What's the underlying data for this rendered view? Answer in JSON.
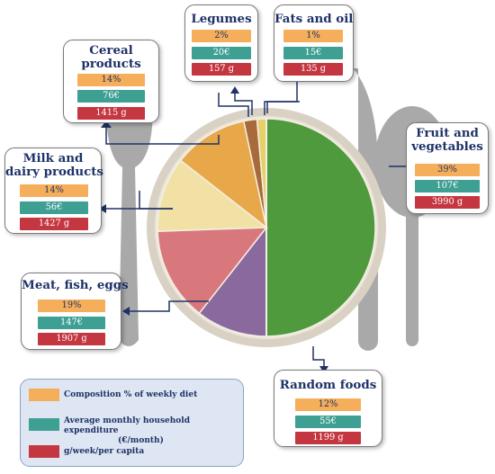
{
  "categories": [
    {
      "id": "cereal",
      "title_lines": [
        "Cereal",
        "products"
      ],
      "pct": "14%",
      "eur": "76€",
      "grams": "1415 g",
      "color": "#e8a84a"
    },
    {
      "id": "legumes",
      "title_lines": [
        "Legumes"
      ],
      "pct": "2%",
      "eur": "20€",
      "grams": "157 g",
      "color": "#a86a3a"
    },
    {
      "id": "fats",
      "title_lines": [
        "Fats and oil"
      ],
      "pct": "1%",
      "eur": "15€",
      "grams": "135 g",
      "color": "#e7cf6a"
    },
    {
      "id": "fruit",
      "title_lines": [
        "Fruit and",
        "vegetables"
      ],
      "pct": "39%",
      "eur": "107€",
      "grams": "3990 g",
      "color": "#4f9a3c"
    },
    {
      "id": "milk",
      "title_lines": [
        "Milk and",
        "dairy products"
      ],
      "pct": "14%",
      "eur": "56€",
      "grams": "1427 g",
      "color": "#f1e1a4"
    },
    {
      "id": "meat",
      "title_lines": [
        "Meat, fish, eggs"
      ],
      "pct": "19%",
      "eur": "147€",
      "grams": "1907 g",
      "color": "#d9787c"
    },
    {
      "id": "random",
      "title_lines": [
        "Random foods"
      ],
      "pct": "12%",
      "eur": "55€",
      "grams": "1199 g",
      "color": "#8a6a9e"
    }
  ],
  "legend": {
    "items": [
      {
        "kind": "pct",
        "color": "#f5ae5a",
        "lines": [
          "Composition % of weekly diet"
        ]
      },
      {
        "kind": "eur",
        "color": "#3e9f93",
        "lines": [
          "Average monthly household expenditure",
          "(€/month)"
        ]
      },
      {
        "kind": "grams",
        "color": "#c43640",
        "lines": [
          "g/week/per capita"
        ]
      }
    ]
  },
  "colors": {
    "title_text": "#1f3267",
    "arrow": "#1f3267",
    "cutlery": "#a9a9a9",
    "plate": "#d9d2c4",
    "box_border": "#7a7a7a",
    "legend_background": "#dde6f2"
  },
  "icons": [
    "fork-icon",
    "knife-icon",
    "spoon-icon",
    "plate-icon"
  ]
}
